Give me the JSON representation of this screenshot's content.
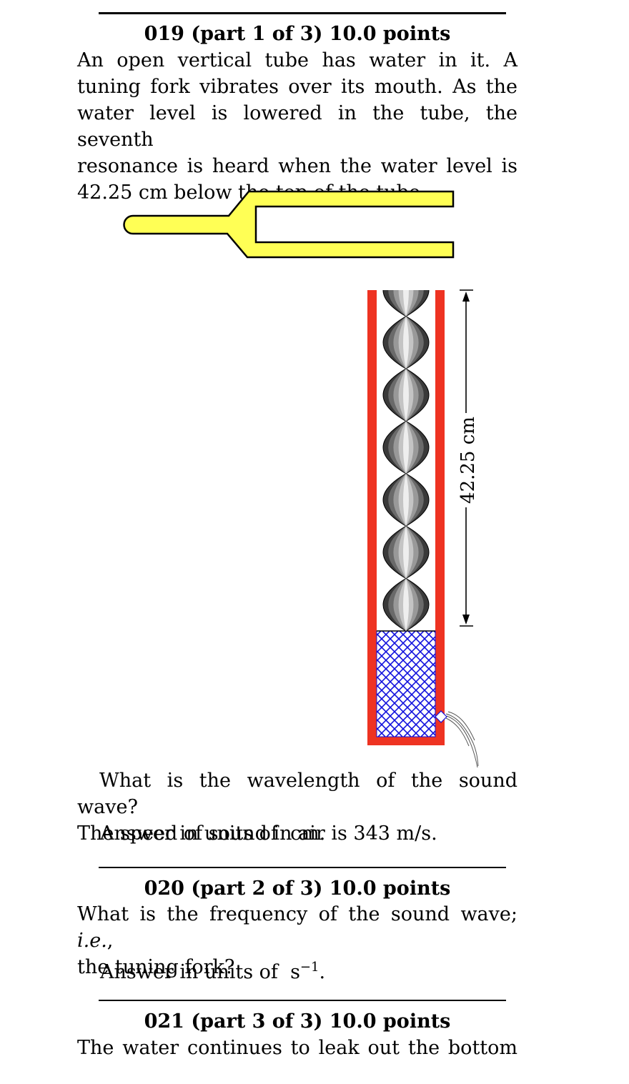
{
  "q019": {
    "heading": "019 (part 1 of 3) 10.0 points",
    "lines": [
      "An open vertical tube has water in it.  A",
      "tuning fork vibrates over its mouth.  As the",
      "water level is lowered in the tube, the seventh",
      "resonance is heard when the water level is"
    ],
    "last_line": "42.25 cm below the top of the tube.",
    "figure": {
      "dimension_label": "42.25 cm",
      "colors": {
        "fork": "#ffff55",
        "tube": "#ee3322",
        "water_hatch": "#1111dd",
        "nodes_dark": "#555555",
        "nodes_light": "#dddddd"
      }
    },
    "question_line1": "What is the wavelength of the sound wave?",
    "question_line2": "The speed of sound in air is 343 m/s.",
    "answer_prefix": "Answer in units of",
    "answer_unit": "cm."
  },
  "q020": {
    "heading": "020 (part 2 of 3) 10.0 points",
    "line1_pre": "What is the frequency of the sound wave; ",
    "line1_ie": "i.e.",
    "line1_post": ",",
    "line2": "the tuning fork?",
    "answer_prefix": "Answer in units of",
    "answer_unit": "s",
    "answer_exp": "−1",
    "answer_end": "."
  },
  "q021": {
    "heading": "021 (part 3 of 3) 10.0 points",
    "line1": "The water continues to leak out the bottom"
  }
}
